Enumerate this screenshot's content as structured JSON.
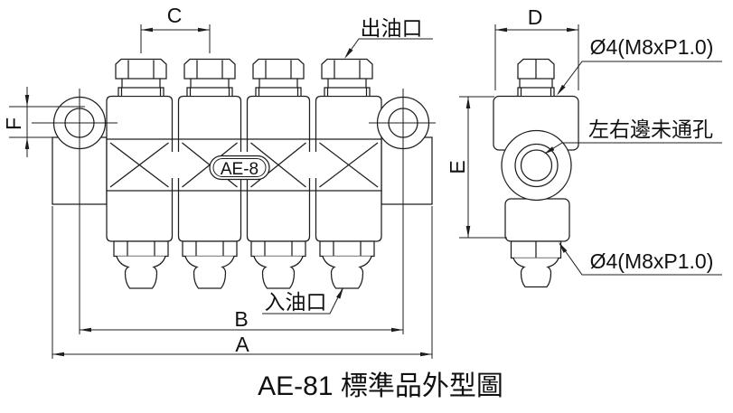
{
  "drawing": {
    "labels": {
      "dim_a": "A",
      "dim_b": "B",
      "dim_c": "C",
      "dim_d": "D",
      "dim_e": "E",
      "dim_f": "F"
    },
    "callouts": {
      "outlet_port": "出油口",
      "inlet_port": "入油口",
      "top_thread_spec": "Ø4(M8xP1.0)",
      "bottom_thread_spec": "Ø4(M8xP1.0)",
      "side_hole_note": "左右邊未通孔"
    },
    "body_label": "AE-8",
    "caption": "AE-81 標準品外型圖",
    "colors": {
      "line": "#1d1d1d",
      "background": "#ffffff"
    }
  }
}
